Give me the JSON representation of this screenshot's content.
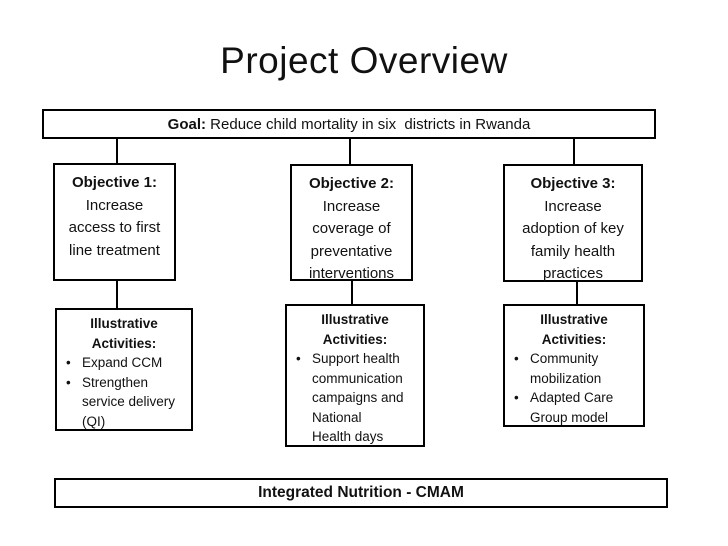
{
  "slide": {
    "title": "Project Overview",
    "goal": {
      "label": "Goal:",
      "text": " Reduce child mortality in six  districts in Rwanda"
    },
    "objectives": [
      {
        "heading": "Objective 1:",
        "body": "Increase\naccess to first\nline treatment"
      },
      {
        "heading": "Objective 2:",
        "body": "Increase\ncoverage of\npreventative\ninterventions"
      },
      {
        "heading": "Objective 3:",
        "body": "Increase\nadoption of key\nfamily health\npractices"
      }
    ],
    "activities_heading": "Illustrative\nActivities:",
    "bullet_glyph": "•",
    "activities": [
      {
        "items": [
          "Expand CCM",
          "Strengthen\nservice delivery\n(QI)"
        ]
      },
      {
        "items": [
          "Support health\ncommunication\ncampaigns and\nNational\nHealth days"
        ]
      },
      {
        "items": [
          "Community\nmobilization",
          "Adapted Care\nGroup model"
        ]
      }
    ],
    "footer": "Integrated Nutrition - CMAM"
  }
}
